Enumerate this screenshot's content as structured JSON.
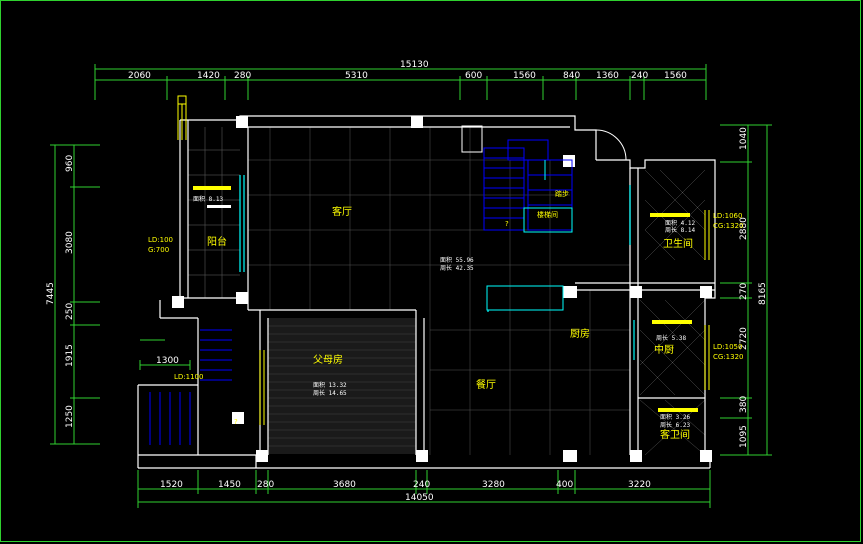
{
  "plan": {
    "top_total": "15130",
    "top_dims": [
      "2060",
      "1420",
      "280",
      "5310",
      "600",
      "1560",
      "840",
      "1360",
      "240",
      "1560"
    ],
    "bottom_dims": [
      "1520",
      "1450",
      "280",
      "3680",
      "240",
      "3280",
      "400",
      "3220"
    ],
    "bottom_total": "14050",
    "left_total": "7445",
    "left_dims": [
      "960",
      "3080",
      "250",
      "1915",
      "1250"
    ],
    "right_total": "8165",
    "right_dims": [
      "1040",
      "2880",
      "270",
      "2720",
      "380",
      "1095"
    ],
    "rooms": {
      "living": "客厅",
      "balcony": "阳台",
      "parent_room": "父母房",
      "dining": "餐厅",
      "kitchen": "厨房",
      "bathroom": "卫生间",
      "west_kitchen": "中厨",
      "guest_bath": "客卫间"
    },
    "notes": {
      "balcony_ld": "LD:100",
      "balcony_g": "G:700",
      "stair_ld": "LD:1100",
      "stair_dim": "1300",
      "bath_ld": "LD:1060",
      "bath_cg": "CG:1320",
      "kitchen_ld": "LD:1050",
      "kitchen_cg": "CG:1320",
      "area_a": "面积 8.13",
      "area_b": "面积 55.96",
      "area_b2": "周长 42.35",
      "area_c": "面积 13.32",
      "area_c2": "周长 14.65",
      "area_d": "面积 4.12",
      "area_d2": "周长 8.14",
      "area_e": "周长 5.38",
      "area_f": "面积 3.26",
      "area_f2": "周长 6.23",
      "stair_tag": "踏步",
      "stair_tag2": "楼梯间",
      "question": "?"
    }
  },
  "colors": {
    "background": "#000000",
    "wall": "#ffffff",
    "dim_green": "#2fd12f",
    "window": "#00ffff",
    "stair": "#0000ff",
    "text": "#ffff00"
  }
}
